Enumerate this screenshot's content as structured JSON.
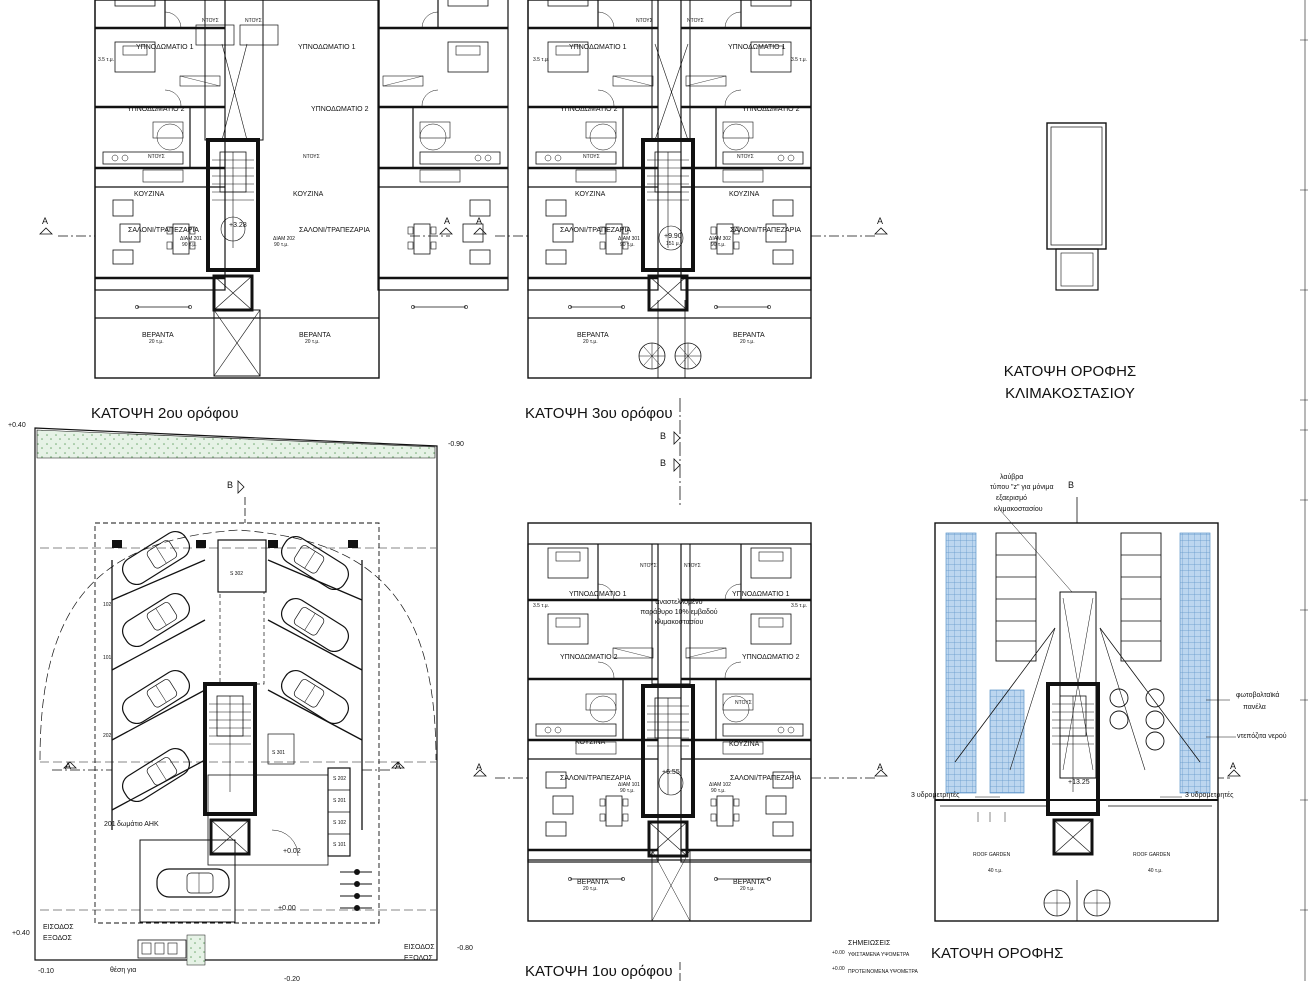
{
  "titles": {
    "plan_2": "ΚΑΤΟΨΗ  2ου ορόφου",
    "plan_3": "ΚΑΤΟΨΗ 3ου ορόφου",
    "plan_1": "ΚΑΤΟΨΗ 1ου ορόφου",
    "roof_stair_line1": "ΚΑΤΟΨΗ ΟΡΟΦΗΣ",
    "roof_stair_line2": "ΚΛΙΜΑΚΟΣΤΑΣΙΟΥ",
    "roof": "ΚΑΤΟΨΗ ΟΡΟΦΗΣ"
  },
  "rooms": {
    "bedroom_1": "ΥΠΝΟΔΩΜΑΤΙΟ 1",
    "bedroom_2": "ΥΠΝΟΔΩΜΑΤΙΟ 2",
    "shower": "ΝΤΟΥΣ",
    "kitchen": "ΚΟΥΖΙΝΑ",
    "living": "ΣΑΛΟΝΙ/ΤΡΑΠΕΖΑΡΙΑ",
    "veranda": "ΒΕΡΑΝΤΑ",
    "veranda_area": "20 τ.μ.",
    "roof_garden": "ROOF GARDEN",
    "roof_garden_area": "40 τ.μ.",
    "balcony_depth": "3.5 τ.μ."
  },
  "units": {
    "apt_201": "ΔΙΑΜ 201",
    "apt_202": "ΔΙΑΜ 202",
    "apt_301": "ΔΙΑΜ 301",
    "apt_302": "ΔΙΑΜ 302",
    "apt_101": "ΔΙΑΜ 101",
    "apt_102": "ΔΙΑΜ 102",
    "apt_area": "90 τ.μ."
  },
  "levels": {
    "l_2": "+3.28",
    "l_3": "+9.90",
    "l_3_area": "151 μ.",
    "l_1": "+6.55",
    "l_roof": "+13.25",
    "l_ground_040": "+0.40",
    "l_ground_090": "-0.90",
    "l_ground_002": "+0.02",
    "l_ground_000": "+0.00",
    "l_ground_010": "-0.10",
    "l_ground_080": "-0.80",
    "l_ground_020": "-0.20"
  },
  "sections": {
    "a": "A",
    "b": "B"
  },
  "ground": {
    "storage_302": "S 302",
    "storage_301": "S 301",
    "storage_202": "S 202",
    "storage_201": "S 201",
    "storage_102": "S 102",
    "storage_101": "S 101",
    "parking_102": "102",
    "parking_101": "101",
    "parking_202": "202",
    "parking_201": "201",
    "ahk": "δωμάτιο ΑΗΚ",
    "entry_left": "ΕΙΣΟΔΟΣ",
    "exit_left": "ΕΞΟΔΟΣ",
    "entry_right": "ΕΙΣΟΔΟΣ",
    "exit_right": "ΕΞΟΔΟΣ",
    "bins": "θέση για"
  },
  "notes": {
    "stair_skylight": "αναστελλομένο παράθυρο 10% εμβαδού κλιμακοστασίου",
    "hatch_l1": "λαύβρα",
    "hatch_l2": "τύπου \"z\" για μόνιμα",
    "hatch_l3": "εξαερισμό",
    "hatch_l4": "κλιμακοστασίου",
    "pv_l1": "φωτοβολταϊκά",
    "pv_l2": "πανέλα",
    "water_tanks": "ντεπόζιτα νερού",
    "water_meters_left": "3 υδρομετρητές",
    "water_meters_right": "3 υδρομετρητές"
  },
  "legend": {
    "heading": "ΣΗΜΕΙΩΣΕΙΣ",
    "existing": "ΥΦΙΣΤΑΜΕΝΑ ΥΨΟΜΕΤΡΑ",
    "proposed": "ΠΡΟΤΕΙΝΟΜΕΝΑ ΥΨΟΜΕΤΡΑ",
    "level": "+0.00"
  }
}
